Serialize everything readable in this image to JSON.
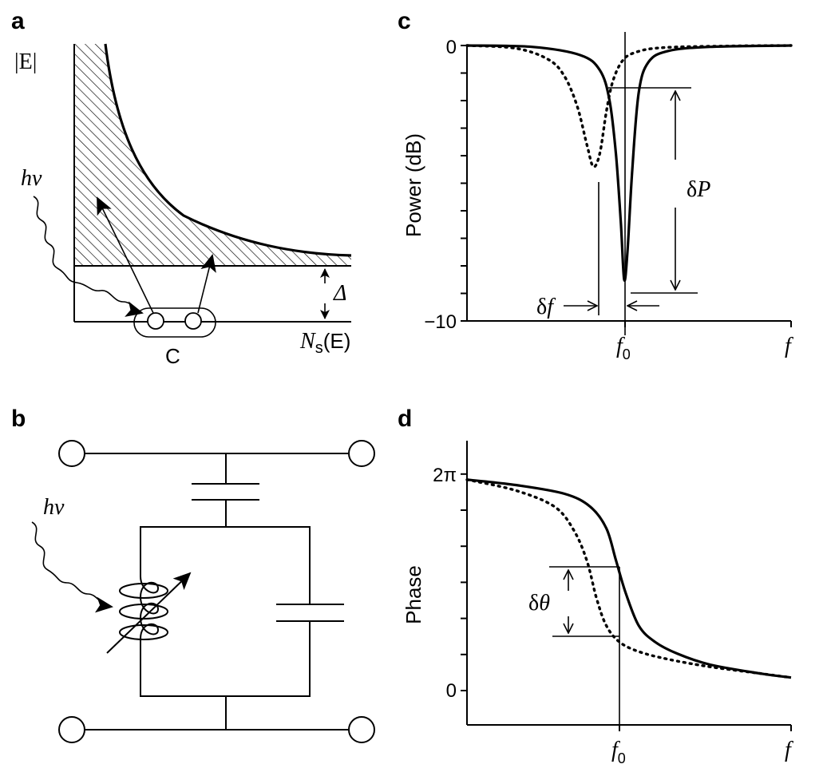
{
  "panels": {
    "a": {
      "label": "a",
      "y_axis": "|E|",
      "photon": "hv",
      "gap": "Δ",
      "x_axis_main": "N",
      "x_axis_sub": "s",
      "x_axis_tail": "(E)",
      "pair": "C"
    },
    "b": {
      "label": "b",
      "photon": "hv"
    },
    "c": {
      "label": "c",
      "y_axis": "Power (dB)",
      "tick_top": "0",
      "tick_bottom": "−10",
      "x_f0_main": "f",
      "x_f0_sub": "0",
      "x_f": "f",
      "dP_main": "δ",
      "dP_var": "P",
      "df_main": "δ",
      "df_var": "f"
    },
    "d": {
      "label": "d",
      "y_axis": "Phase",
      "tick_top": "2π",
      "tick_bottom": "0",
      "x_f0_main": "f",
      "x_f0_sub": "0",
      "x_f": "f",
      "dtheta_main": "δ",
      "dtheta_var": "θ"
    }
  },
  "chart_data": [
    {
      "type": "line",
      "panel": "c",
      "ylabel": "Power (dB)",
      "ylim": [
        -10,
        0
      ],
      "x_ticks": [
        "f0",
        "f"
      ],
      "series": [
        {
          "style": "solid",
          "x": [
            0,
            0.2,
            0.35,
            0.41,
            0.44,
            0.46,
            0.475,
            0.485,
            0.495,
            0.51,
            0.53,
            0.56,
            0.62,
            0.75,
            1.0
          ],
          "values": [
            0,
            -0.05,
            -0.35,
            -0.9,
            -2.0,
            -4.0,
            -6.5,
            -8.5,
            -7.5,
            -4.5,
            -1.7,
            -0.6,
            -0.2,
            -0.05,
            0
          ]
        },
        {
          "style": "dotted",
          "x": [
            0,
            0.15,
            0.25,
            0.3,
            0.34,
            0.37,
            0.39,
            0.41,
            0.43,
            0.45,
            0.48,
            0.52,
            0.6,
            0.8,
            1.0
          ],
          "values": [
            0,
            -0.1,
            -0.5,
            -1.1,
            -2.2,
            -3.6,
            -4.4,
            -3.9,
            -2.4,
            -1.3,
            -0.55,
            -0.25,
            -0.08,
            -0.02,
            0
          ]
        }
      ],
      "annotations": [
        "δP",
        "δf"
      ]
    },
    {
      "type": "line",
      "panel": "d",
      "ylabel": "Phase",
      "y_ticks": [
        "0",
        "2π"
      ],
      "x_ticks": [
        "f0",
        "f"
      ],
      "series": [
        {
          "style": "solid",
          "x": [
            0,
            0.15,
            0.3,
            0.38,
            0.43,
            0.46,
            0.49,
            0.53,
            0.58,
            0.65,
            0.75,
            0.9,
            1.0
          ],
          "values": [
            1.95,
            1.9,
            1.82,
            1.7,
            1.5,
            1.2,
            0.9,
            0.6,
            0.45,
            0.34,
            0.24,
            0.16,
            0.12
          ]
        },
        {
          "style": "dotted",
          "x": [
            0,
            0.15,
            0.27,
            0.33,
            0.37,
            0.4,
            0.43,
            0.47,
            0.53,
            0.62,
            0.75,
            0.9,
            1.0
          ],
          "values": [
            1.95,
            1.85,
            1.7,
            1.48,
            1.2,
            0.85,
            0.6,
            0.45,
            0.36,
            0.29,
            0.22,
            0.16,
            0.12
          ]
        }
      ],
      "annotations": [
        "δθ"
      ]
    }
  ]
}
